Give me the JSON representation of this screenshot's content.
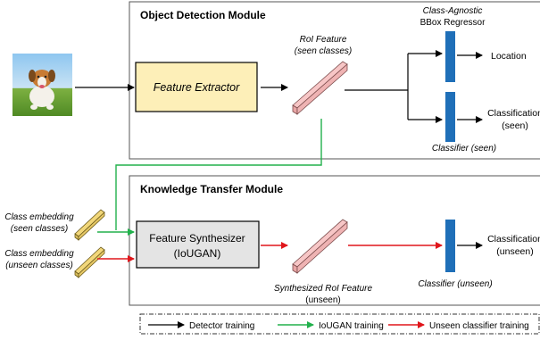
{
  "modules": {
    "detection": "Object Detection Module",
    "transfer": "Knowledge Transfer Module"
  },
  "blocks": {
    "feature_extractor": "Feature Extractor",
    "feature_synthesizer_line1": "Feature Synthesizer",
    "feature_synthesizer_line2": "(IoUGAN)"
  },
  "labels": {
    "roi_line1": "RoI Feature",
    "roi_line2": "(seen classes)",
    "regressor_line1": "Class-Agnostic",
    "regressor_line2": "BBox Regressor",
    "location": "Location",
    "cls_seen_line1": "Classification",
    "cls_seen_line2": "(seen)",
    "classifier_seen": "Classifier (seen)",
    "emb_seen_line1": "Class embedding",
    "emb_seen_line2": "(seen classes)",
    "emb_unseen_line1": "Class embedding",
    "emb_unseen_line2": "(unseen classes)",
    "synth_roi_line1": "Synthesized RoI Feature",
    "synth_roi_line2": "(unseen)",
    "classifier_unseen": "Classifier (unseen)",
    "cls_unseen_line1": "Classification",
    "cls_unseen_line2": "(unseen)"
  },
  "legend": {
    "detector": "Detector training",
    "iougan": "IoUGAN training",
    "unseen": "Unseen classifier training"
  },
  "colors": {
    "detector": "#000000",
    "iougan": "#22b14c",
    "unseen": "#e0161b",
    "extractor_fill": "#fdefb8",
    "synth_fill": "#e4e4e4",
    "roi_fill": "#f7c6c6",
    "embedding_fill": "#f2d77a",
    "classifier_bar": "#1f6fb8"
  },
  "icons": {
    "input_image": "dog-photo"
  }
}
